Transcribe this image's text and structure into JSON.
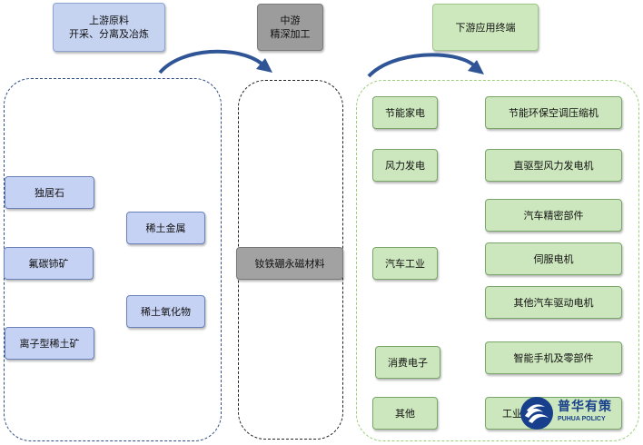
{
  "headers": {
    "upstream": {
      "line1": "上游原料",
      "line2": "开采、分离及冶炼"
    },
    "midstream": {
      "line1": "中游",
      "line2": "精深加工"
    },
    "downstream": {
      "line1": "下游应用终端"
    }
  },
  "upstream": {
    "ores": [
      "独居石",
      "氟碳铈矿",
      "离子型稀土矿"
    ],
    "products": [
      "稀土金属",
      "稀土氧化物"
    ]
  },
  "midstream": {
    "material": "钕铁硼永磁材料"
  },
  "downstream": {
    "industries": [
      "节能家电",
      "风力发电",
      "汽车工业",
      "消费电子",
      "其他"
    ],
    "applications": [
      "节能环保空调压缩机",
      "直驱型风力发电机",
      "汽车精密部件",
      "伺服电机",
      "其他汽车驱动电机",
      "智能手机及零部件",
      "工业……"
    ]
  },
  "watermark": {
    "cn": "普华有策",
    "en": "PUHUA POLICY"
  },
  "colors": {
    "upstream_box": "#c6d2f3",
    "midstream_box": "#a2a2a2",
    "downstream_box": "#cce7bd",
    "arrow": "#2f5597",
    "logo": "#173f8c"
  }
}
